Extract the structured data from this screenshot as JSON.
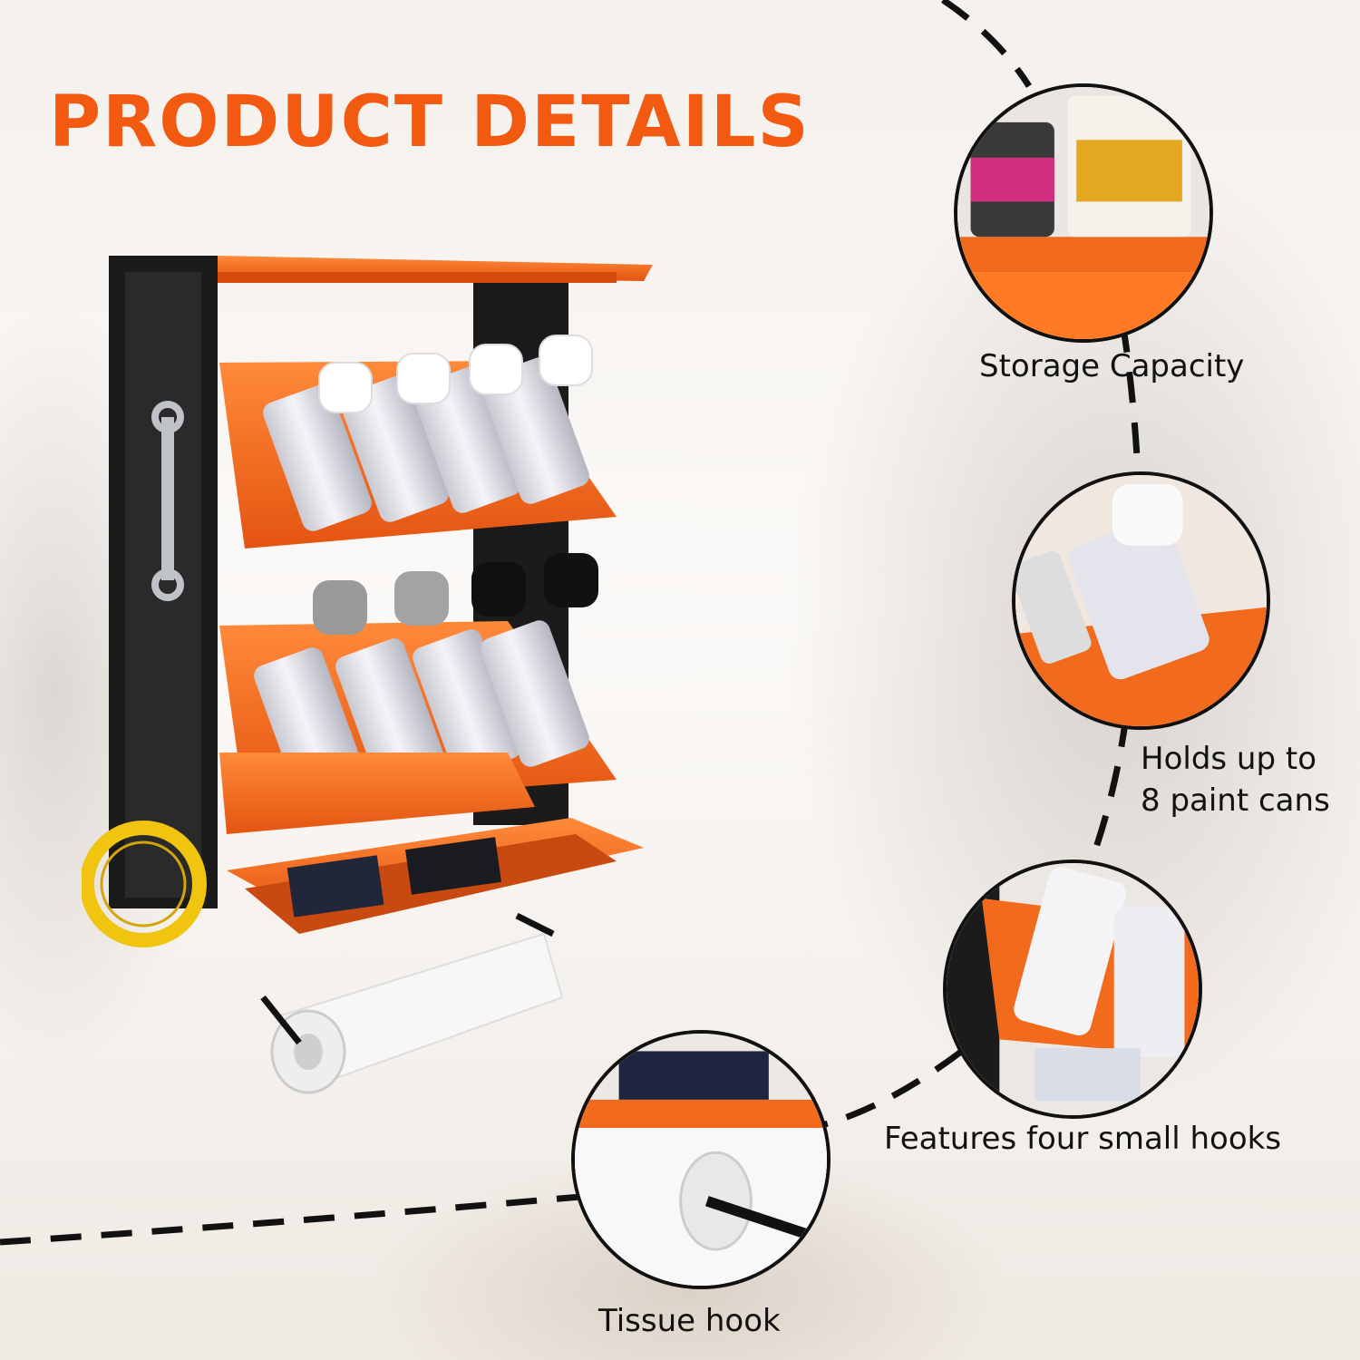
{
  "header": {
    "title": "PRODUCT DETAILS"
  },
  "features": [
    {
      "label": "Storage Capacity"
    },
    {
      "label_line1": "Holds up to",
      "label_line2": "8 paint cans"
    },
    {
      "label": "Features four small hooks"
    },
    {
      "label": "Tissue hook"
    }
  ],
  "colors": {
    "accent": "#f25a12",
    "rack_orange": "#f26a1b",
    "frame_black": "#1b1b1b",
    "can_white": "#eeeef2",
    "tape_yellow": "#f1c40f"
  },
  "icons": [
    "spray-can-icon",
    "paper-towel-icon",
    "wrench-icon",
    "tape-roll-icon"
  ]
}
